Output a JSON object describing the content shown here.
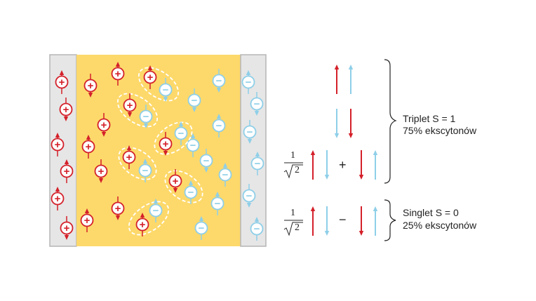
{
  "colors": {
    "electrode": "#e6e6e6",
    "electrode_border": "#b5b5b5",
    "organic_layer": "#fdd96b",
    "hole": "#d4202a",
    "electron": "#8ecfe8",
    "spin_up": "#d4202a",
    "spin_down": "#8ecfe8",
    "exciton_outline": "#ffffff",
    "text": "#222222"
  },
  "device": {
    "hole_symbol": "+",
    "electron_symbol": "−"
  },
  "triplet": {
    "title": "Triplet S = 1",
    "percentage": "75% ekscytonów"
  },
  "singlet": {
    "title": "Singlet S = 0",
    "percentage": "25% ekscytonów"
  },
  "math": {
    "numerator": "1",
    "sqrt_arg": "2",
    "plus": "+",
    "minus": "−"
  }
}
